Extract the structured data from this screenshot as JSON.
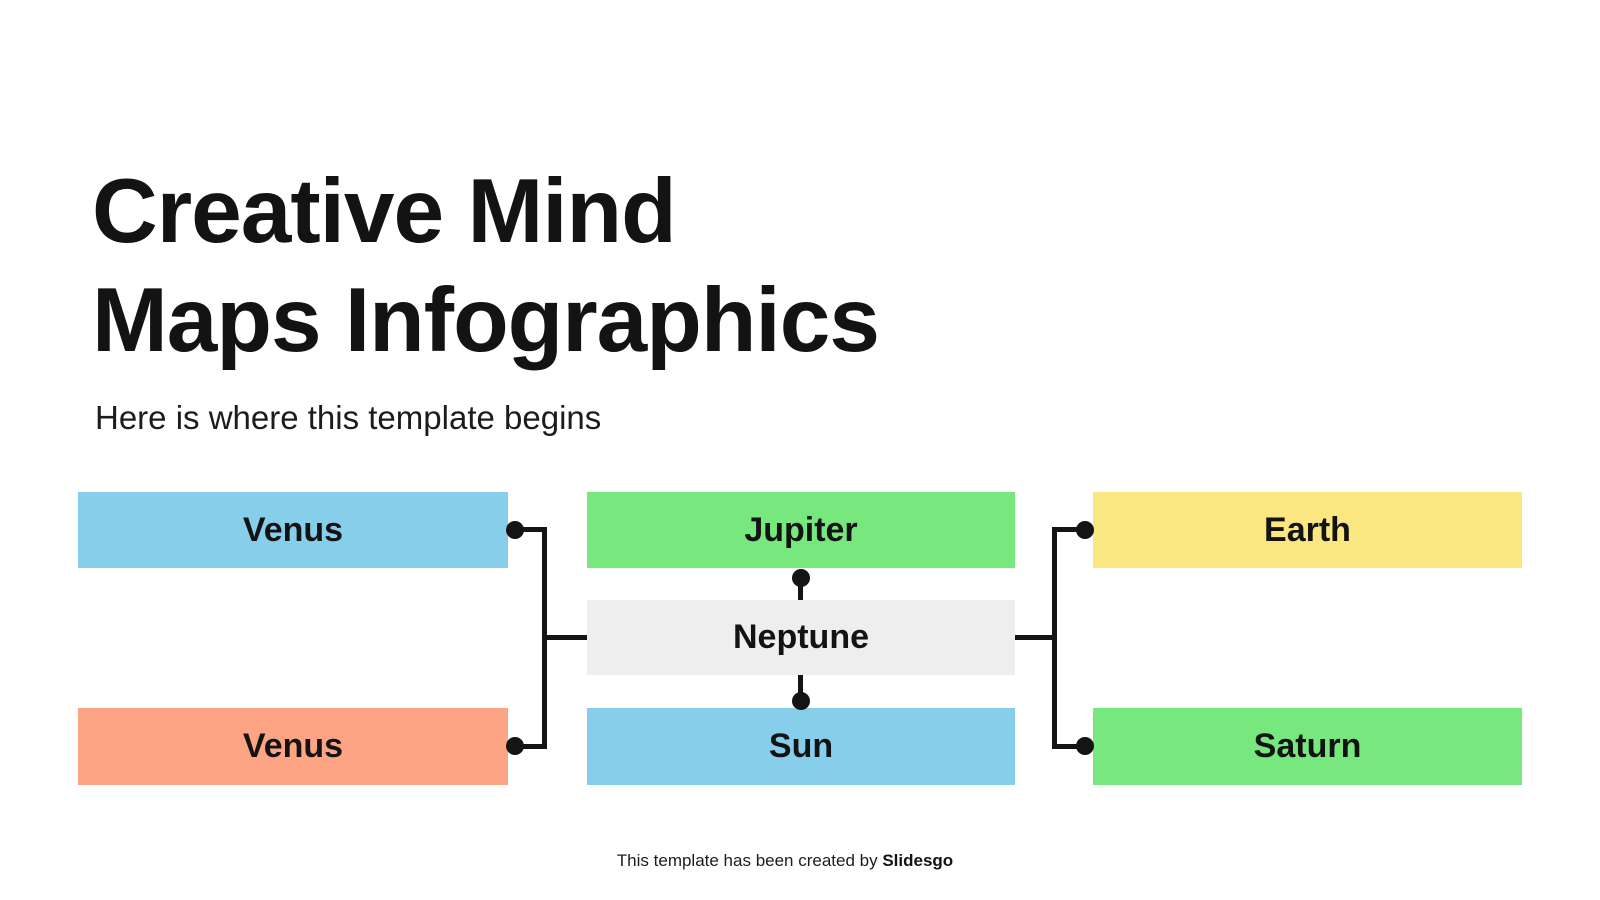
{
  "page": {
    "title": "Creative Mind\nMaps Infographics",
    "subtitle": "Here is where this template begins",
    "footer": {
      "text": "This template has been created by ",
      "brand": "Slidesgo"
    }
  },
  "colors": {
    "background": "#ffffff",
    "text": "#131313",
    "connector_line": "#141414",
    "blue": "#87CEEB",
    "green": "#77E87D",
    "yellow": "#FBE782",
    "salmon": "#FDA485",
    "gray": "#EEEEEE"
  },
  "mindmap": {
    "nodes": [
      {
        "id": "venus-top",
        "label": "Venus",
        "color": "#87CEEB"
      },
      {
        "id": "jupiter",
        "label": "Jupiter",
        "color": "#77E87D"
      },
      {
        "id": "earth",
        "label": "Earth",
        "color": "#FBE782"
      },
      {
        "id": "neptune",
        "label": "Neptune",
        "color": "#EEEEEE"
      },
      {
        "id": "venus-bottom",
        "label": "Venus",
        "color": "#FDA485"
      },
      {
        "id": "sun",
        "label": "Sun",
        "color": "#87CEEB"
      },
      {
        "id": "saturn",
        "label": "Saturn",
        "color": "#77E87D"
      }
    ],
    "edges": [
      "venus-top — neptune",
      "venus-bottom — neptune",
      "jupiter — neptune",
      "neptune — sun",
      "neptune — earth",
      "neptune — saturn"
    ]
  }
}
